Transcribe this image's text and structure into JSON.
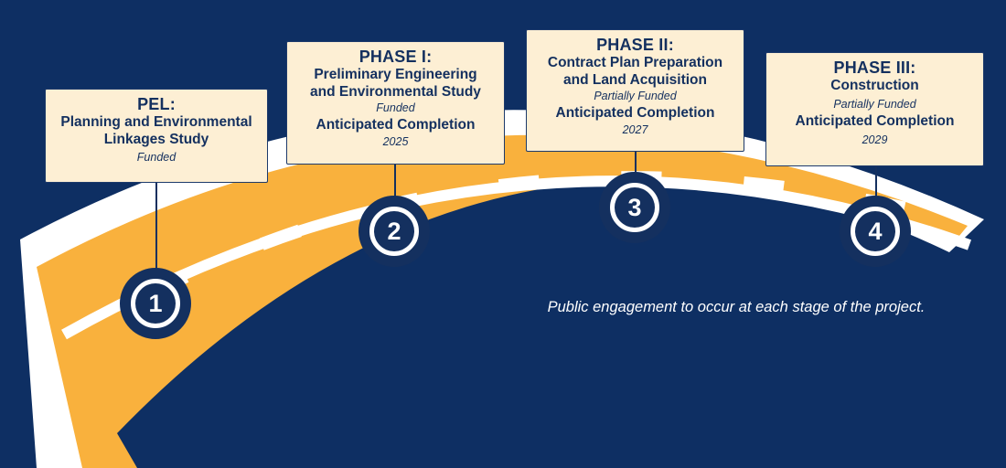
{
  "colors": {
    "background": "#0e2f63",
    "road": "#f9b13d",
    "road_edge": "#ffffff",
    "card_fill": "#fdefd4",
    "navy": "#14305f"
  },
  "phases": [
    {
      "number": "1",
      "title": "PEL:",
      "name_lines": [
        "Planning and Environmental",
        "Linkages Study"
      ],
      "status": "Funded",
      "completion_label": "",
      "completion_year": ""
    },
    {
      "number": "2",
      "title": "PHASE I:",
      "name_lines": [
        "Preliminary Engineering",
        "and Environmental Study"
      ],
      "status": "Funded",
      "completion_label": "Anticipated Completion",
      "completion_year": "2025"
    },
    {
      "number": "3",
      "title": "PHASE II:",
      "name_lines": [
        "Contract Plan Preparation",
        "and Land Acquisition"
      ],
      "status": "Partially Funded",
      "completion_label": "Anticipated Completion",
      "completion_year": "2027"
    },
    {
      "number": "4",
      "title": "PHASE III:",
      "name_lines": [
        "Construction"
      ],
      "status": "Partially Funded",
      "completion_label": "Anticipated Completion",
      "completion_year": "2029"
    }
  ],
  "footnote": "Public engagement to occur at each stage of the project."
}
